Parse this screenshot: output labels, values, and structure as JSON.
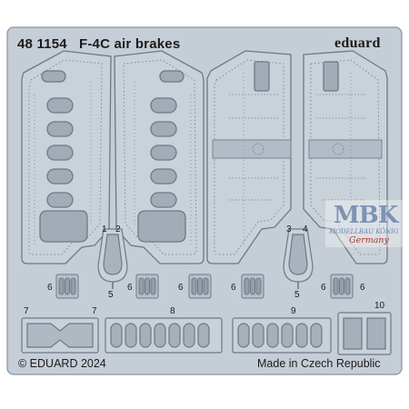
{
  "header": {
    "part_number": "48 1154",
    "title": "F-4C air brakes"
  },
  "brand": "eduard",
  "footer": {
    "copyright": "© EDUARD 2024",
    "origin": "Made in Czech Republic"
  },
  "part_labels": [
    "1",
    "2",
    "3",
    "4",
    "5",
    "5",
    "6",
    "6",
    "6",
    "6",
    "6",
    "6",
    "7",
    "7",
    "8",
    "9",
    "10"
  ],
  "watermark": {
    "name": "MBK",
    "line": "MODELLBAU KÖNIG",
    "country": "Germany"
  },
  "colors": {
    "fret": "#c5cdd6",
    "fret_edge": "#6f7884",
    "etch_line": "#7b8491",
    "hole": "#9aa3ae",
    "background": "#ffffff"
  }
}
